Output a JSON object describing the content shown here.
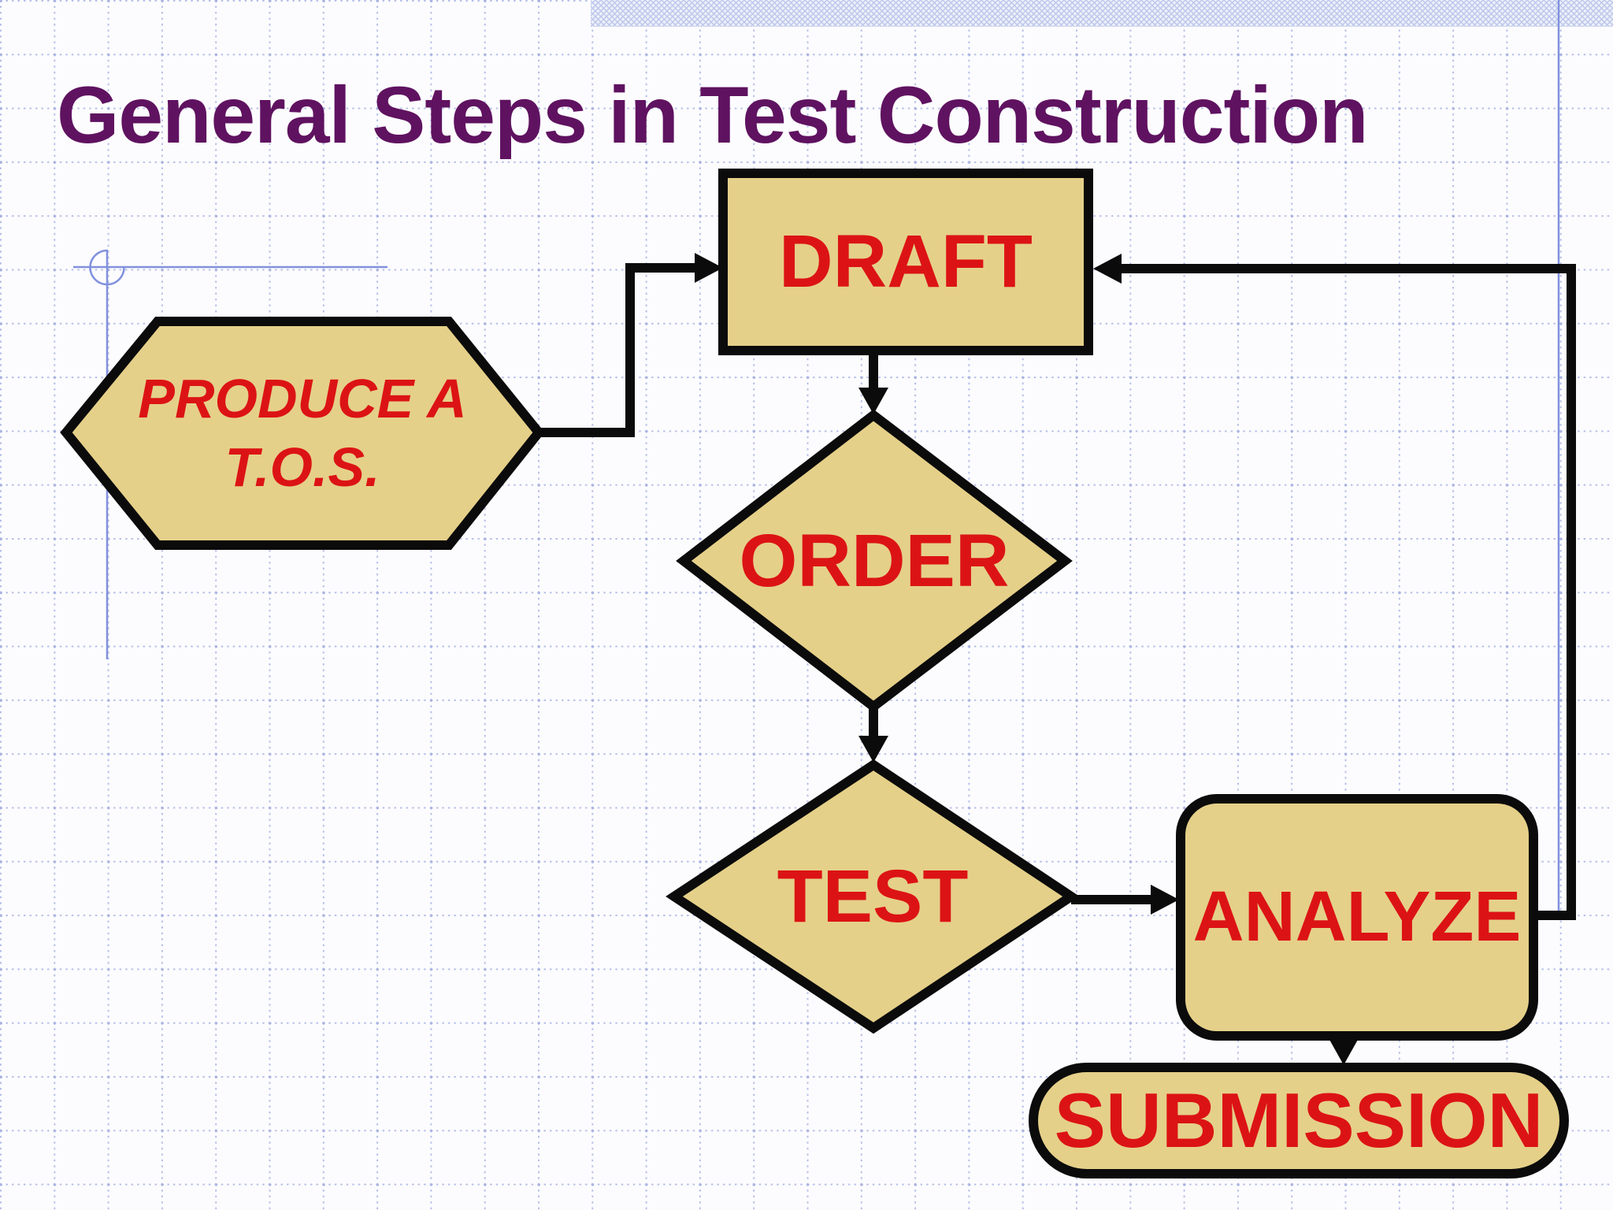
{
  "slide": {
    "title": "General Steps in Test Construction"
  },
  "flowchart": {
    "nodes": [
      {
        "id": "tos",
        "shape": "hexagon",
        "label_line1": "PRODUCE A",
        "label_line2": "T.O.S."
      },
      {
        "id": "draft",
        "shape": "rectangle",
        "label": "DRAFT"
      },
      {
        "id": "order",
        "shape": "diamond",
        "label": "ORDER"
      },
      {
        "id": "test",
        "shape": "diamond",
        "label": "TEST"
      },
      {
        "id": "analyze",
        "shape": "rounded-rectangle",
        "label": "ANALYZE"
      },
      {
        "id": "submission",
        "shape": "stadium",
        "label": "SUBMISSION"
      }
    ],
    "edges": [
      {
        "from": "tos",
        "to": "draft",
        "style": "elbow"
      },
      {
        "from": "draft",
        "to": "order",
        "style": "straight-down"
      },
      {
        "from": "order",
        "to": "test",
        "style": "straight-down"
      },
      {
        "from": "test",
        "to": "analyze",
        "style": "straight-right"
      },
      {
        "from": "analyze",
        "to": "draft",
        "style": "elbow-feedback"
      },
      {
        "from": "analyze",
        "to": "submission",
        "style": "straight-down"
      }
    ]
  },
  "colors": {
    "title_color": "#5f1260",
    "label_red": "#dc1315",
    "node_fill": "#e5d089",
    "node_border": "#0b0b0b",
    "connector_black": "#0b0b0b",
    "grid_color": "#b7bfe6",
    "guide_blue": "#8191dd",
    "hatch_color": "#bcc6ea",
    "slide_bg": "#fcfcfe"
  }
}
